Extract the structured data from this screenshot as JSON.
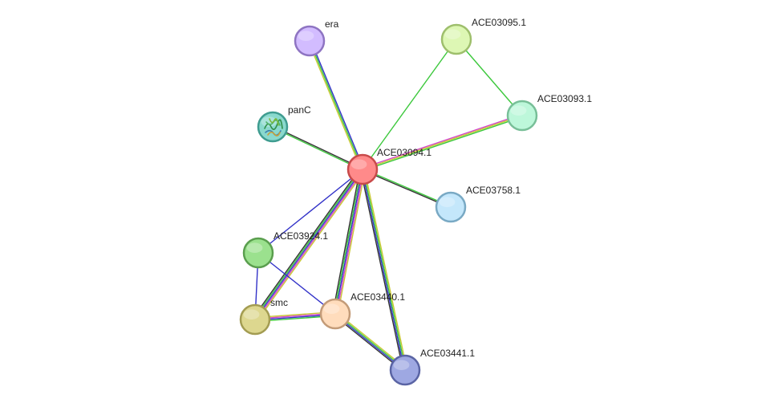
{
  "network": {
    "nodes": [
      {
        "id": "ACE03094.1",
        "label": "ACE03094.1",
        "fill": "#ff8a8a",
        "stroke": "#c84a4a",
        "central": true
      },
      {
        "id": "era",
        "label": "era",
        "fill": "#d2bcff",
        "stroke": "#8e74c2"
      },
      {
        "id": "ACE03095.1",
        "label": "ACE03095.1",
        "fill": "#ddf7b4",
        "stroke": "#9ebf6c"
      },
      {
        "id": "ACE03093.1",
        "label": "ACE03093.1",
        "fill": "#bdf7da",
        "stroke": "#78bf98"
      },
      {
        "id": "panC",
        "label": "panC",
        "fill": "#8ad9cd",
        "stroke": "#3f9c90",
        "icon": "protein-structure-icon"
      },
      {
        "id": "ACE03758.1",
        "label": "ACE03758.1",
        "fill": "#c4e7fb",
        "stroke": "#79a9c4"
      },
      {
        "id": "ACE03924.1",
        "label": "ACE03924.1",
        "fill": "#9be18e",
        "stroke": "#5a9e4e"
      },
      {
        "id": "smc",
        "label": "smc",
        "fill": "#ddd78f",
        "stroke": "#a39c52"
      },
      {
        "id": "ACE03440.1",
        "label": "ACE03440.1",
        "fill": "#ffdcbc",
        "stroke": "#c39b78"
      },
      {
        "id": "ACE03441.1",
        "label": "ACE03441.1",
        "fill": "#9ea8e2",
        "stroke": "#5a64a4"
      }
    ],
    "edges": [
      {
        "source": "ACE03094.1",
        "target": "era",
        "colors": [
          "#c8c832",
          "#3cc83c",
          "#3232c8"
        ]
      },
      {
        "source": "ACE03094.1",
        "target": "ACE03095.1",
        "colors": [
          "#3cc83c"
        ]
      },
      {
        "source": "ACE03095.1",
        "target": "ACE03093.1",
        "colors": [
          "#3cc83c"
        ]
      },
      {
        "source": "ACE03094.1",
        "target": "ACE03093.1",
        "colors": [
          "#d246c8",
          "#c8c832",
          "#3cc83c"
        ]
      },
      {
        "source": "ACE03094.1",
        "target": "panC",
        "colors": [
          "#3cc83c",
          "#333333"
        ]
      },
      {
        "source": "ACE03094.1",
        "target": "ACE03758.1",
        "colors": [
          "#3cc83c",
          "#333333"
        ]
      },
      {
        "source": "ACE03094.1",
        "target": "ACE03924.1",
        "colors": [
          "#3232c8"
        ]
      },
      {
        "source": "ACE03094.1",
        "target": "smc",
        "colors": [
          "#c8c832",
          "#d246c8",
          "#3232c8",
          "#3cc83c",
          "#333333"
        ]
      },
      {
        "source": "ACE03094.1",
        "target": "ACE03440.1",
        "colors": [
          "#c8c832",
          "#d246c8",
          "#3232c8",
          "#3cc83c",
          "#333333"
        ]
      },
      {
        "source": "ACE03094.1",
        "target": "ACE03441.1",
        "colors": [
          "#c8c832",
          "#3cc83c",
          "#3232c8",
          "#333333"
        ]
      },
      {
        "source": "ACE03924.1",
        "target": "smc",
        "colors": [
          "#3232c8"
        ]
      },
      {
        "source": "ACE03924.1",
        "target": "ACE03440.1",
        "colors": [
          "#3232c8"
        ]
      },
      {
        "source": "smc",
        "target": "ACE03440.1",
        "colors": [
          "#c8c832",
          "#d246c8",
          "#3232c8",
          "#3cc83c"
        ]
      },
      {
        "source": "ACE03440.1",
        "target": "ACE03441.1",
        "colors": [
          "#c8c832",
          "#3cc83c",
          "#3232c8",
          "#333333"
        ]
      }
    ]
  }
}
